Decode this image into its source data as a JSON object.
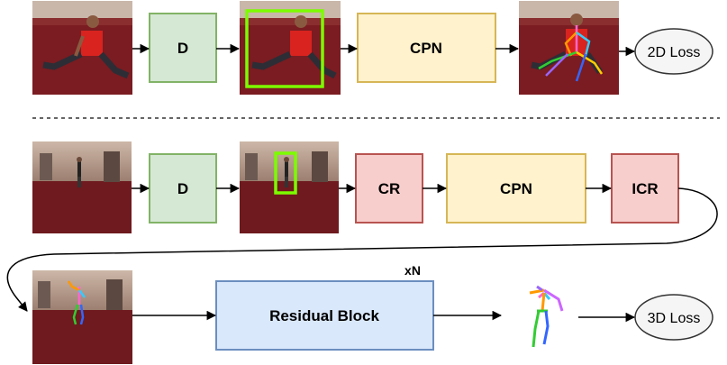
{
  "row1": {
    "detector_label": "D",
    "cpn_label": "CPN",
    "loss_label": "2D Loss"
  },
  "row2": {
    "detector_label": "D",
    "cr_label": "CR",
    "cpn_label": "CPN",
    "icr_label": "ICR"
  },
  "row3": {
    "residual_label": "Residual Block",
    "repeat_label": "xN",
    "loss_label": "3D Loss"
  },
  "colors": {
    "green_fill": "#d5e8d4",
    "green_stroke": "#82b366",
    "yellow_fill": "#fff2cc",
    "yellow_stroke": "#d6b656",
    "red_fill": "#f8cecc",
    "red_stroke": "#b85450",
    "blue_fill": "#dae8fc",
    "blue_stroke": "#6c8ebf",
    "loss_fill": "#f5f5f5",
    "bbox": "#7cfc00",
    "floor": "#6e1a1e"
  }
}
